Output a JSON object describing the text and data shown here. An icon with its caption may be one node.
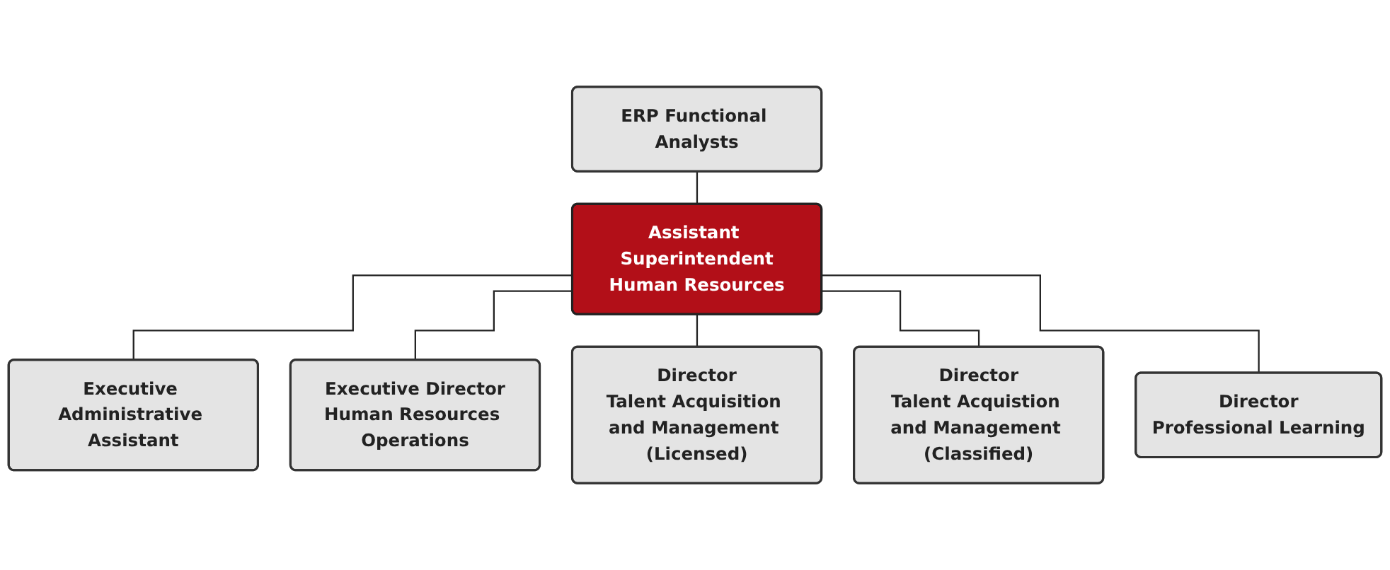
{
  "diagram": {
    "nodes": [
      {
        "text": [
          "ERP Functional Analysts"
        ]
      },
      {
        "text": [
          "Assistant Superintendent",
          "Human Resources"
        ]
      },
      {
        "text": [
          "Executive Administrative Assistant"
        ]
      },
      {
        "text": [
          "Executive Director",
          "Human Resources Operations"
        ]
      },
      {
        "text": [
          "Director",
          "Talent Acquisition and Management (Licensed)"
        ]
      },
      {
        "text": [
          "Director",
          "Talent Acquistion and Management (Classified)"
        ]
      },
      {
        "text": [
          "Director",
          "Professional Learning"
        ]
      }
    ],
    "edges": [
      {
        "from": 0,
        "to": 1,
        "arrow": "none"
      },
      {
        "from": 1,
        "to": 2,
        "arrow": "none"
      },
      {
        "from": 1,
        "to": 3,
        "arrow": "none"
      },
      {
        "from": 1,
        "to": 4,
        "arrow": "none"
      },
      {
        "from": 1,
        "to": 5,
        "arrow": "none"
      },
      {
        "from": 1,
        "to": 6,
        "arrow": "none"
      }
    ]
  }
}
